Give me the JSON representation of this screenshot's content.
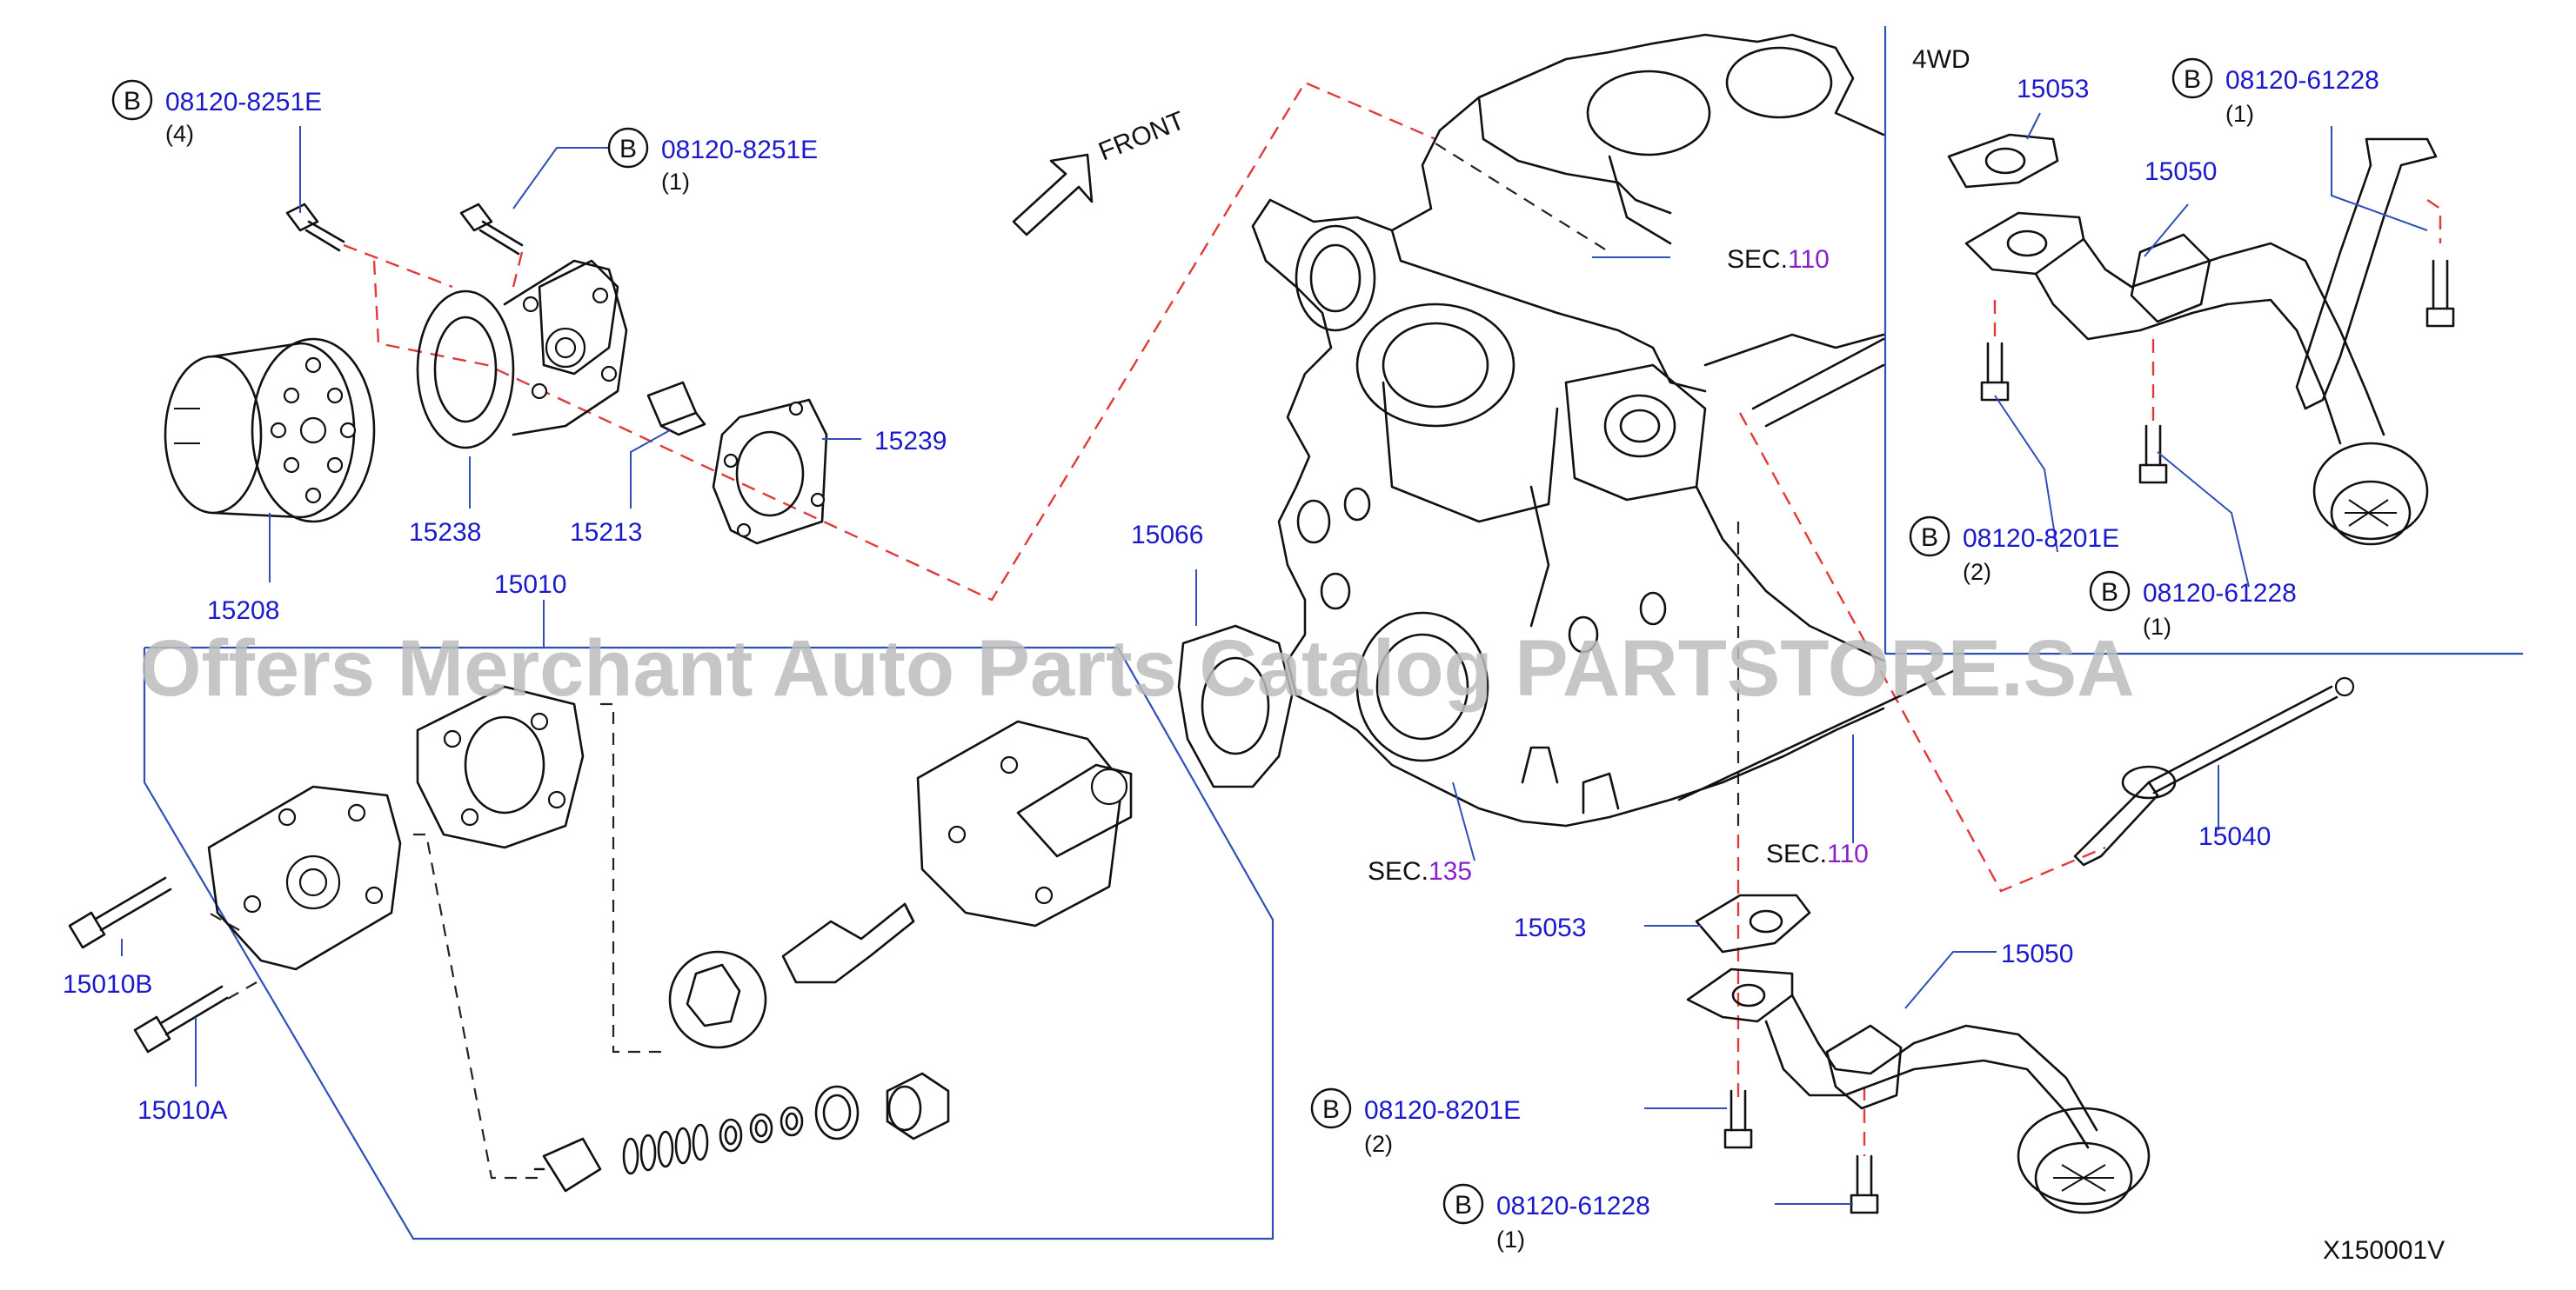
{
  "watermark": "Offers Merchant Auto Parts Catalog PARTSTORE.SA",
  "front_label": "FRONT",
  "variant_label": "4WD",
  "diagram_code": "X150001V",
  "bolt_marker": "B",
  "callouts": {
    "bolt_filter_a": {
      "part": "08120-8251E",
      "qty": "(4)"
    },
    "bolt_filter_b": {
      "part": "08120-8251E",
      "qty": "(1)"
    },
    "filter_208": "15208",
    "filter_238": "15238",
    "filter_213": "15213",
    "filter_239": "15239",
    "pump_010": "15010",
    "pump_010b": "15010B",
    "pump_010a": "15010A",
    "gasket_066": "15066",
    "sec_110_top": {
      "prefix": "SEC.",
      "number": "110"
    },
    "sec_135": {
      "prefix": "SEC.",
      "number": "135"
    },
    "sec_110_low": {
      "prefix": "SEC.",
      "number": "110"
    },
    "gauge_040": "15040",
    "gasket_053_low": "15053",
    "strainer_050_low": "15050",
    "bolt_low_8201": {
      "part": "08120-8201E",
      "qty": "(2)"
    },
    "bolt_low_61228": {
      "part": "08120-61228",
      "qty": "(1)"
    },
    "wd_gasket_053": "15053",
    "wd_bolt_61228_top": {
      "part": "08120-61228",
      "qty": "(1)"
    },
    "wd_strainer_050": "15050",
    "wd_bolt_8201": {
      "part": "08120-8201E",
      "qty": "(2)"
    },
    "wd_bolt_61228_low": {
      "part": "08120-61228",
      "qty": "(1)"
    }
  }
}
